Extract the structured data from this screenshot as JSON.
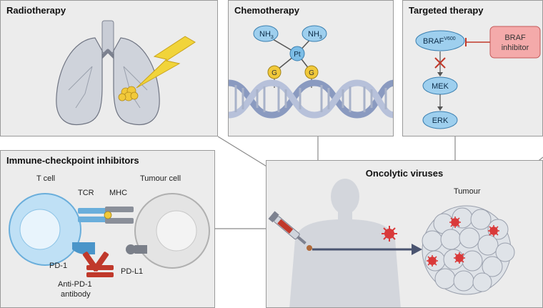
{
  "panels": {
    "radiotherapy": {
      "title": "Radiotherapy"
    },
    "chemotherapy": {
      "title": "Chemotherapy",
      "nh3": "NH",
      "nh3_sub": "3",
      "pt": "Pt",
      "g": "G"
    },
    "targeted": {
      "title": "Targeted therapy",
      "braf": "BRAF",
      "braf_sup": "V600",
      "inhibitor_line1": "BRAF",
      "inhibitor_line2": "inhibitor",
      "mek": "MEK",
      "erk": "ERK"
    },
    "checkpoint": {
      "title": "Immune-checkpoint inhibitors",
      "t_cell": "T cell",
      "tumour_cell": "Tumour cell",
      "tcr": "TCR",
      "mhc": "MHC",
      "pd1": "PD-1",
      "pdl1": "PD-L1",
      "antibody_line1": "Anti-PD-1",
      "antibody_line2": "antibody"
    },
    "oncolytic": {
      "title": "Oncolytic viruses",
      "tumour": "Tumour"
    }
  },
  "colors": {
    "panel_bg": "#ececec",
    "blue_node": "#9ecfee",
    "inhibitor_red": "#f4aaaa",
    "virus_red": "#d93a3a",
    "accent_yellow": "#f1c93a",
    "dna": "#8a9ac0"
  }
}
